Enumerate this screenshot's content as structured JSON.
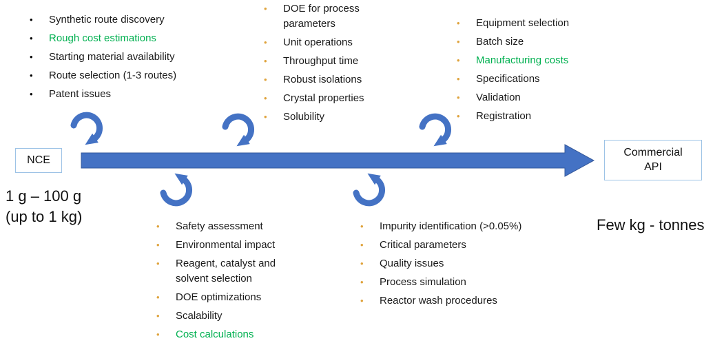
{
  "colors": {
    "arrow_blue": "#4472C4",
    "arrow_outline": "#35599B",
    "bullet_orange": "#DFA33C",
    "highlight_green": "#00B050",
    "box_border_blue": "#9DC3E6",
    "text": "#1A1A1A"
  },
  "icons": {
    "main_arrow": "right-arrow",
    "stage_arrow": "curved-swirl-arrow"
  },
  "lists": {
    "route_discovery": {
      "items": [
        {
          "label": "Synthetic route discovery"
        },
        {
          "label": "Rough cost estimations",
          "highlight": true
        },
        {
          "label": "Starting material availability"
        },
        {
          "label": "Route selection (1-3 routes)"
        },
        {
          "label": "Patent issues"
        }
      ]
    },
    "process_parameters": {
      "items": [
        {
          "label": "DOE for process parameters"
        },
        {
          "label": "Unit operations"
        },
        {
          "label": "Throughput time"
        },
        {
          "label": "Robust isolations"
        },
        {
          "label": "Crystal properties"
        },
        {
          "label": "Solubility"
        }
      ]
    },
    "manufacturing": {
      "items": [
        {
          "label": "Equipment selection"
        },
        {
          "label": "Batch size"
        },
        {
          "label": "Manufacturing costs",
          "highlight": true
        },
        {
          "label": "Specifications"
        },
        {
          "label": "Validation"
        },
        {
          "label": "Registration"
        }
      ]
    },
    "process_assessment": {
      "items": [
        {
          "label": "Safety assessment"
        },
        {
          "label": "Environmental impact"
        },
        {
          "label": "Reagent, catalyst and solvent selection"
        },
        {
          "label": "DOE optimizations"
        },
        {
          "label": "Scalability"
        },
        {
          "label": "Cost calculations",
          "highlight": true
        }
      ]
    },
    "quality_control": {
      "items": [
        {
          "label": "Impurity identification (>0.05%)"
        },
        {
          "label": "Critical parameters"
        },
        {
          "label": "Quality issues"
        },
        {
          "label": "Process simulation"
        },
        {
          "label": "Reactor wash procedures"
        }
      ]
    }
  },
  "timeline": {
    "start": {
      "label": "NCE",
      "scale": "1 g – 100 g",
      "scale_note": "(up to 1 kg)"
    },
    "end": {
      "label": "Commercial API",
      "scale": "Few kg - tonnes"
    }
  }
}
